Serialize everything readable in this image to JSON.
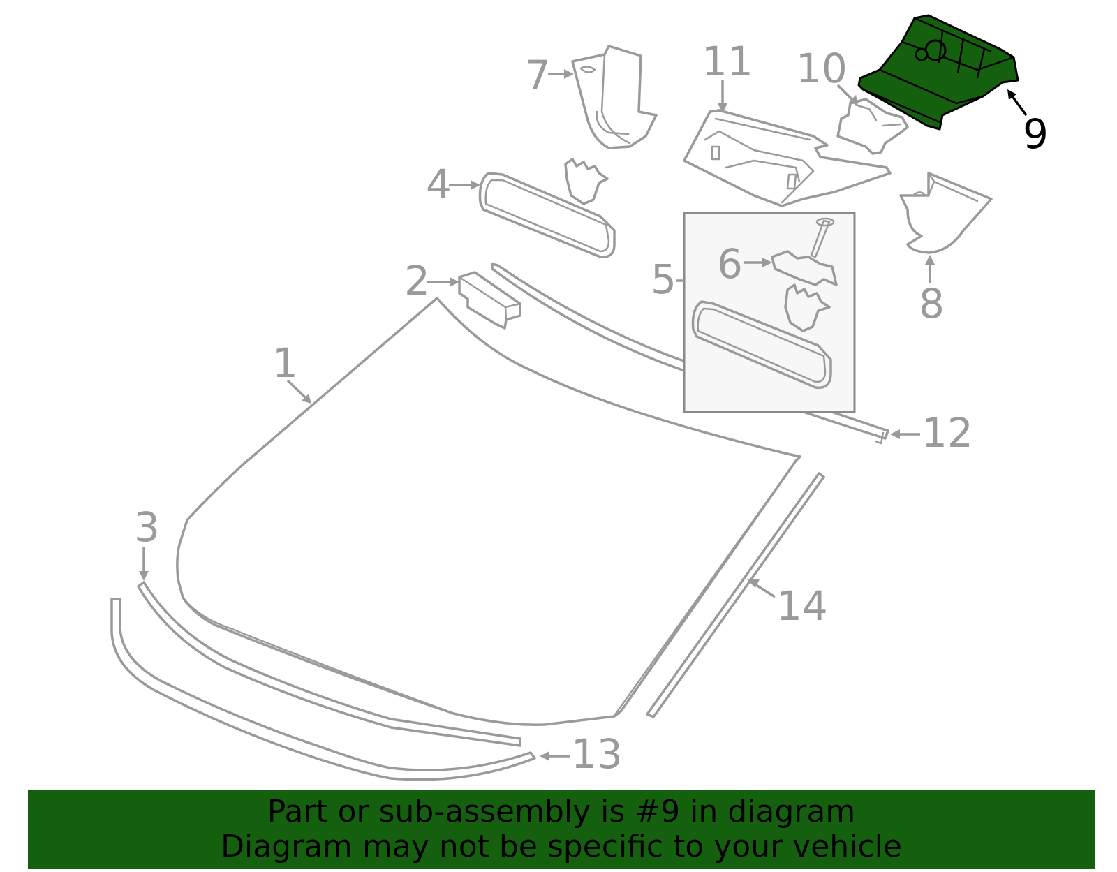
{
  "diagram": {
    "highlighted_part": "9",
    "callouts": {
      "c1": "1",
      "c2": "2",
      "c3": "3",
      "c4": "4",
      "c5": "5",
      "c6": "6",
      "c7": "7",
      "c8": "8",
      "c9": "9",
      "c10": "10",
      "c11": "11",
      "c12": "12",
      "c13": "13",
      "c14": "14"
    },
    "colors": {
      "highlight": "#15600e",
      "outline": "#9a9a9a",
      "banner": "#15600e"
    }
  },
  "banner": {
    "line1": "Part or sub-assembly is #9 in diagram",
    "line2": "Diagram may not be specific to your vehicle"
  }
}
